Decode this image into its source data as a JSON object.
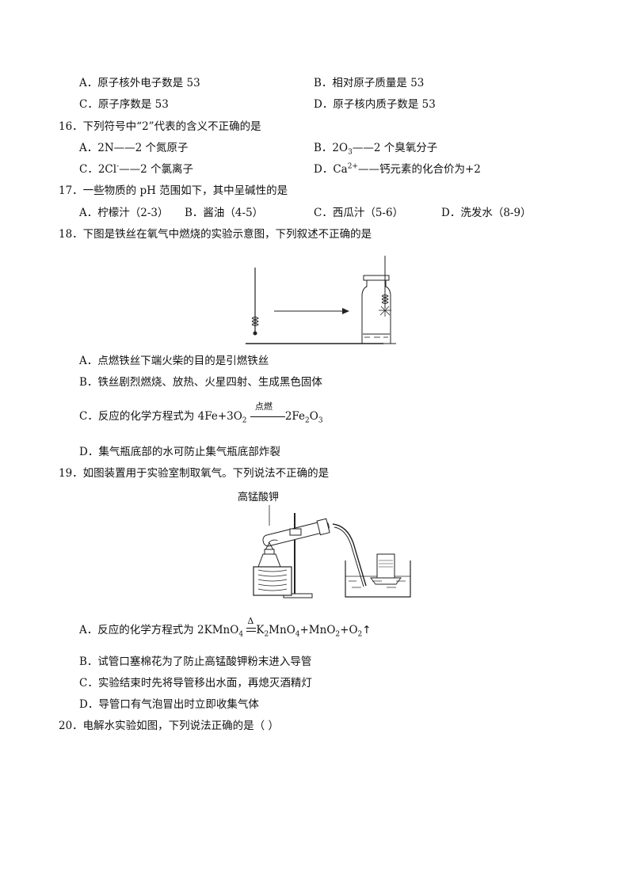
{
  "q15": {
    "optA": "A．原子核外电子数是 53",
    "optB": "B．相对原子质量是 53",
    "optC": "C．原子序数是 53",
    "optD": "D．原子核内质子数是 53"
  },
  "q16": {
    "stem": "16．下列符号中“2”代表的含义不正确的是",
    "optA": "A．2N——2 个氮原子",
    "optB_pre": "B．2O",
    "optB_sub": "3",
    "optB_post": "——2 个臭氧分子",
    "optC_pre": "C．2Cl",
    "optC_sup": "-",
    "optC_post": "——2 个氯离子",
    "optD_pre": "D．Ca",
    "optD_sup": "2+",
    "optD_post": "——钙元素的化合价为+2"
  },
  "q17": {
    "stem": "17．一些物质的 pH 范围如下，其中呈碱性的是",
    "optA": "A．柠檬汁（2-3）",
    "optB": "B．酱油（4-5）",
    "optC": "C．西瓜汁（5-6）",
    "optD": "D．洗发水（8-9）"
  },
  "q18": {
    "stem": "18．下图是铁丝在氧气中燃烧的实验示意图，下列叙述不正确的是",
    "optA": "A．点燃铁丝下端火柴的目的是引燃铁丝",
    "optB": "B．铁丝剧烈燃烧、放热、火星四射、生成黑色固体",
    "optC_pre": "C．反应的化学方程式为 4Fe+3O",
    "optC_cond": "点燃",
    "optC_post": "2Fe",
    "optD": "D．集气瓶底部的水可防止集气瓶底部炸裂"
  },
  "q19": {
    "stem": "19．如图装置用于实验室制取氧气。下列说法不正确的是",
    "fig_label": "高锰酸钾",
    "optA_pre": "A．反应的化学方程式为 2KMnO",
    "optA_cond": "Δ",
    "optB": "B．试管口塞棉花为了防止高锰酸钾粉末进入导管",
    "optC": "C．实验结束时先将导管移出水面，再熄灭酒精灯",
    "optD": "D．导管口有气泡冒出时立即收集气体"
  },
  "q20": {
    "stem": "20．电解水实验如图，下列说法正确的是（     ）"
  }
}
